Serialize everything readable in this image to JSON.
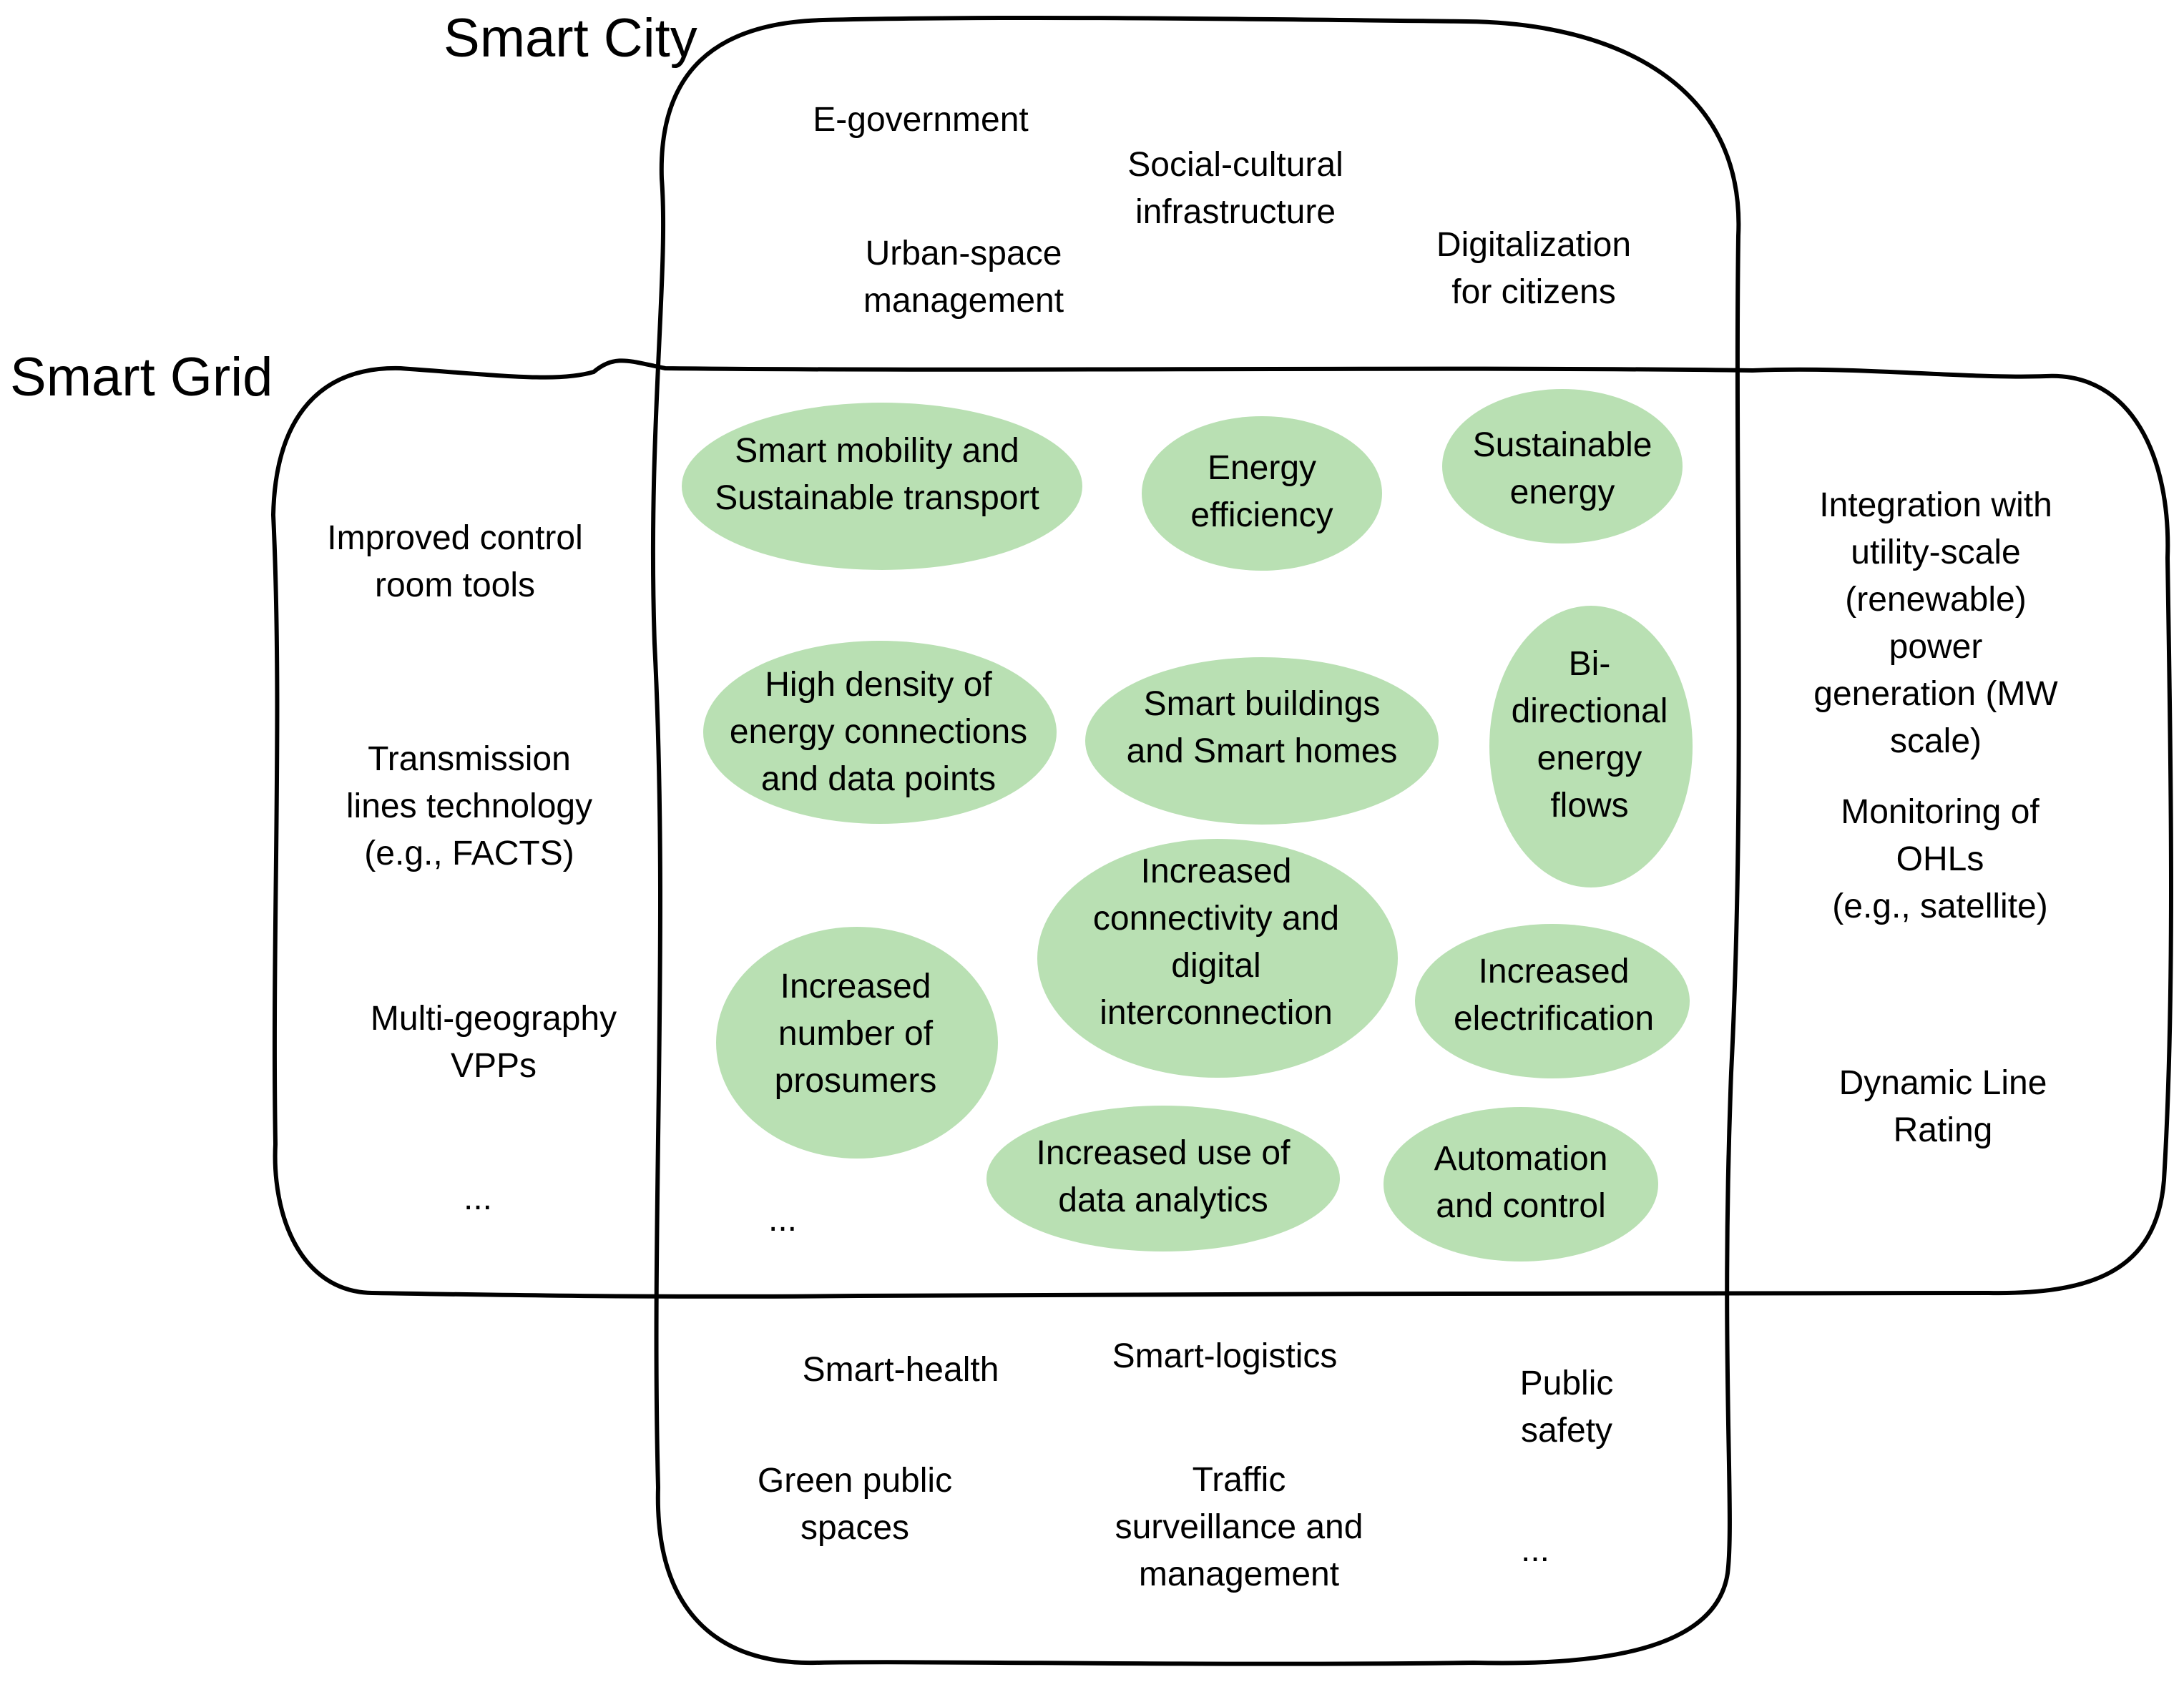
{
  "titles": {
    "smart_city": "Smart City",
    "smart_grid": "Smart Grid"
  },
  "colors": {
    "ellipse_fill": "#b9e0b3",
    "outline": "#000000"
  },
  "city_only": [
    "E-government",
    "Social-cultural\ninfrastructure",
    "Urban-space\nmanagement",
    "Digitalization\nfor citizens",
    "Smart-health",
    "Smart-logistics",
    "Public\nsafety",
    "Green public\nspaces",
    "Traffic\nsurveillance and\nmanagement",
    "..."
  ],
  "grid_only": [
    "Improved control\nroom tools",
    "Transmission\nlines technology\n(e.g., FACTS)",
    "Multi-geography\nVPPs",
    "...",
    "Integration with\nutility-scale\n(renewable) power\ngeneration (MW scale)",
    "Monitoring of OHLs\n(e.g., satellite)",
    "Dynamic Line\nRating"
  ],
  "shared": [
    "Smart mobility and\nSustainable transport",
    "Energy\nefficiency",
    "Sustainable\nenergy",
    "High density of\nenergy connections\nand data points",
    "Smart buildings\nand Smart homes",
    "Bi-\ndirectional\nenergy\nflows",
    "Increased\nconnectivity and\ndigital\ninterconnection",
    "Increased\nnumber of\nprosumers",
    "Increased\nelectrification",
    "Increased use of\ndata analytics",
    "Automation\nand control",
    "..."
  ]
}
